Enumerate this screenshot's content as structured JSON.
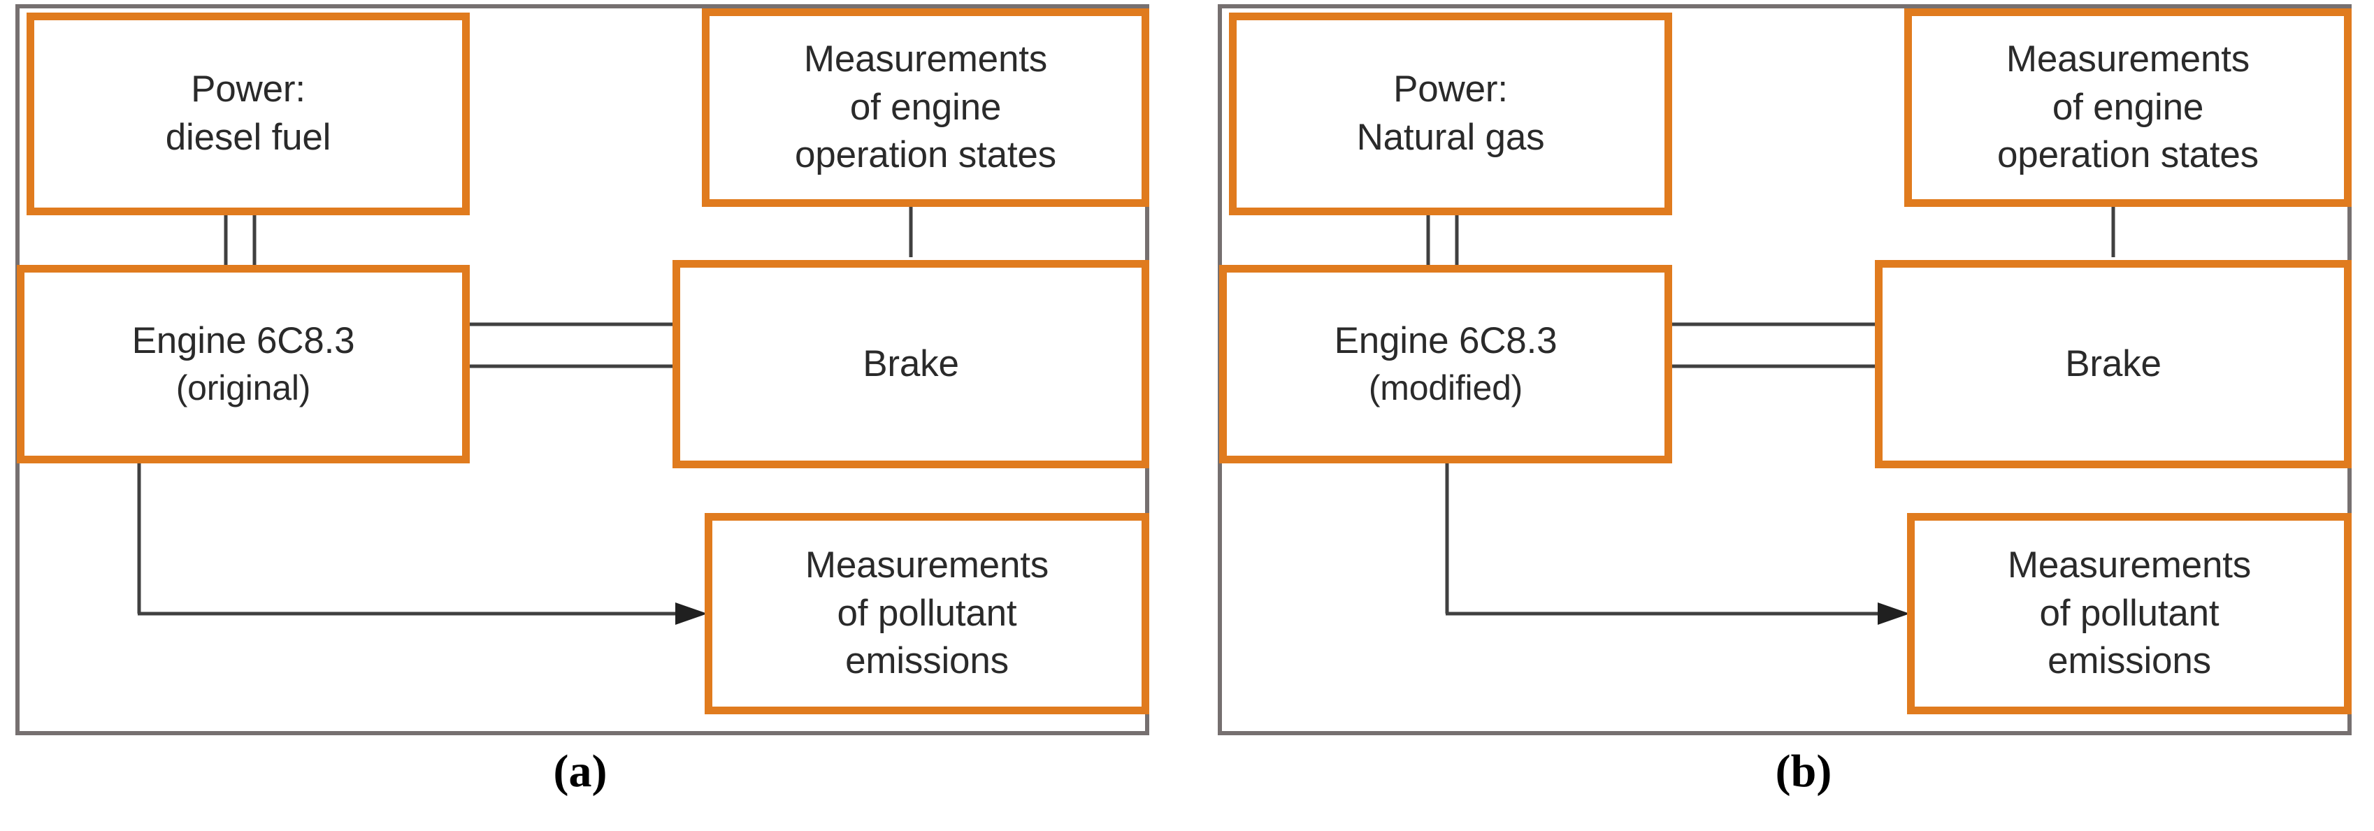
{
  "figure": {
    "colors": {
      "node_border": "#E07B1E",
      "panel_border": "#767070",
      "wire": "#404040",
      "text": "#2a2a2a",
      "background": "#ffffff"
    }
  },
  "panels": [
    {
      "caption": "(a)",
      "nodes": {
        "power": {
          "line1": "Power:",
          "line2": "diesel fuel"
        },
        "engine": {
          "line1": "Engine 6C8.3",
          "line2": "(original)"
        },
        "measurements_engine": {
          "line1": "Measurements",
          "line2": "of engine",
          "line3": "operation states"
        },
        "brake": {
          "line1": "Brake"
        },
        "measurements_pollutant": {
          "line1": "Measurements",
          "line2": "of pollutant",
          "line3": "emissions"
        }
      }
    },
    {
      "caption": "(b)",
      "nodes": {
        "power": {
          "line1": "Power:",
          "line2": "Natural gas"
        },
        "engine": {
          "line1": "Engine 6C8.3",
          "line2": "(modified)"
        },
        "measurements_engine": {
          "line1": "Measurements",
          "line2": "of engine",
          "line3": "operation states"
        },
        "brake": {
          "line1": "Brake"
        },
        "measurements_pollutant": {
          "line1": "Measurements",
          "line2": "of pollutant",
          "line3": "emissions"
        }
      }
    }
  ]
}
